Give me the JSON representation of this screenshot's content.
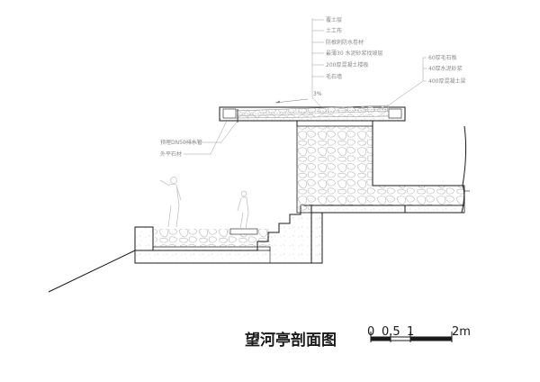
{
  "drawing": {
    "title": "望河亭剖面图",
    "slope_label": "3%"
  },
  "layers_left": [
    "覆土层",
    "土工布",
    "防根刺防水卷材",
    "最薄30 水泥砂浆找坡层",
    "200厚混凝土楼板",
    "毛石墙"
  ],
  "layers_right": [
    "60厚毛石板",
    "40厚水泥砂浆",
    "400厚混凝土梁"
  ],
  "pipe_notes": [
    "预埋DN50排水管",
    "外平石材"
  ],
  "scale_bar": {
    "ticks": [
      "0",
      "0.5",
      "1",
      "2m"
    ]
  },
  "colors": {
    "line": "#1a1a1a",
    "leader": "#9a9a9a",
    "rubble": "#b5b5b5"
  }
}
